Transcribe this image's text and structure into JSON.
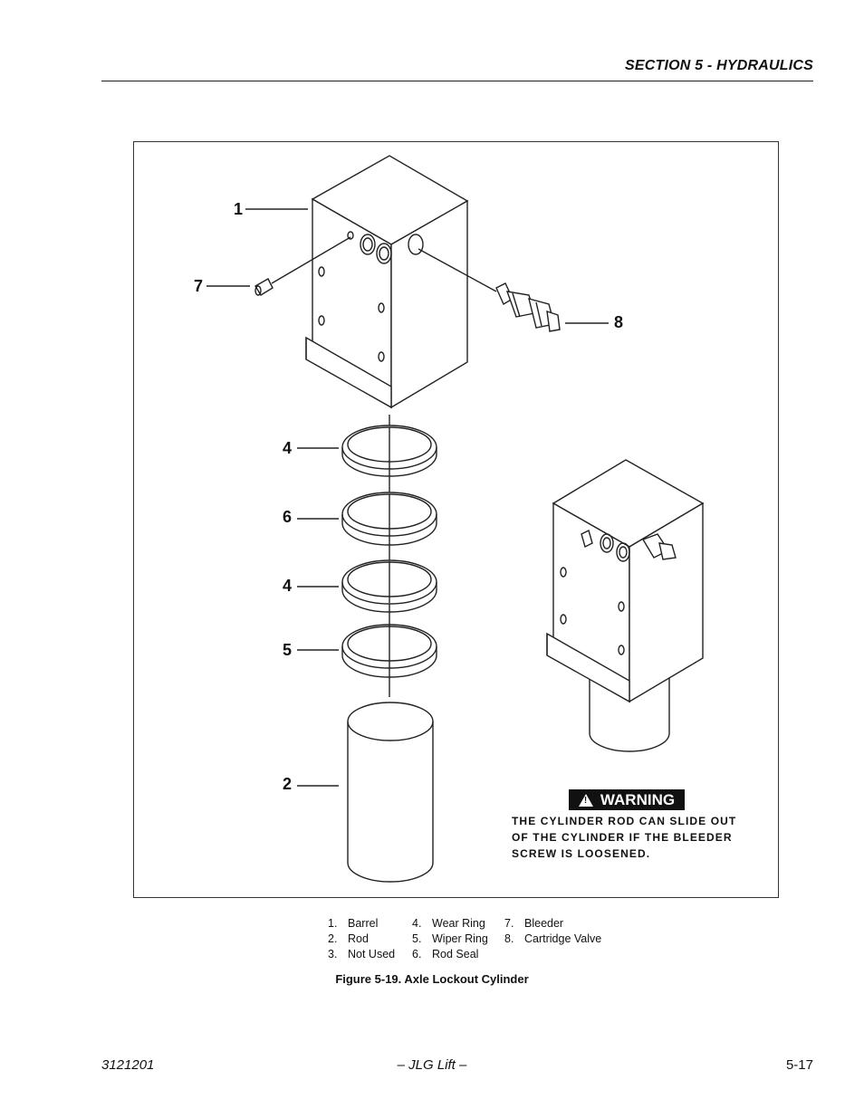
{
  "header": {
    "section": "SECTION 5 - HYDRAULICS"
  },
  "callouts": [
    "1",
    "7",
    "8",
    "4",
    "6",
    "4",
    "5",
    "2"
  ],
  "warning": {
    "label": "WARNING",
    "text": "THE CYLINDER ROD CAN SLIDE OUT OF THE CYLINDER IF THE BLEEDER SCREW IS LOOSENED."
  },
  "legend": {
    "col1": [
      {
        "num": "1.",
        "label": "Barrel"
      },
      {
        "num": "2.",
        "label": "Rod"
      },
      {
        "num": "3.",
        "label": "Not Used"
      }
    ],
    "col2": [
      {
        "num": "4.",
        "label": "Wear Ring"
      },
      {
        "num": "5.",
        "label": "Wiper Ring"
      },
      {
        "num": "6.",
        "label": "Rod Seal"
      }
    ],
    "col3": [
      {
        "num": "7.",
        "label": "Bleeder"
      },
      {
        "num": "8.",
        "label": "Cartridge Valve"
      }
    ]
  },
  "caption": "Figure 5-19.  Axle Lockout Cylinder",
  "footer": {
    "left": "3121201",
    "center": "– JLG Lift –",
    "right": "5-17"
  }
}
